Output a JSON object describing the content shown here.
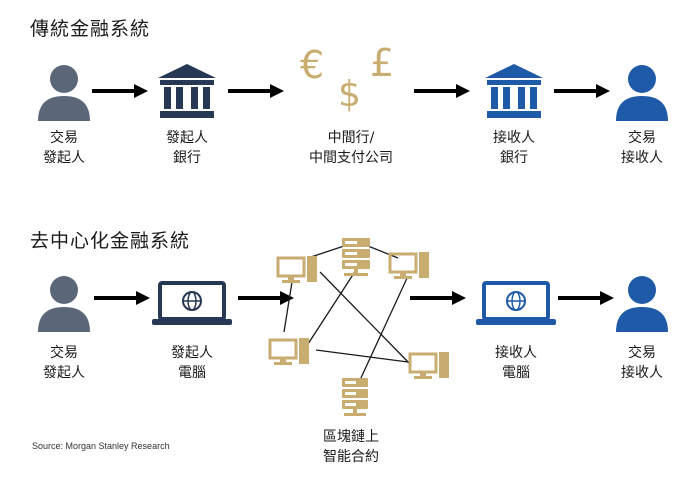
{
  "colors": {
    "gray": "#5b6778",
    "navy": "#263853",
    "blue": "#1f5aa8",
    "gold": "#c9ad70",
    "arrow": "#000000"
  },
  "traditional": {
    "title": "傳統金融系統",
    "sender": {
      "icon": "person-icon",
      "line1": "交易",
      "line2": "發起人"
    },
    "sender_bank": {
      "icon": "bank-icon",
      "line1": "發起人",
      "line2": "銀行"
    },
    "intermediary": {
      "icon": "currency-symbols-icon",
      "line1": "中間行/",
      "line2": "中間支付公司"
    },
    "receiver_bank": {
      "icon": "bank-icon",
      "line1": "接收人",
      "line2": "銀行"
    },
    "receiver": {
      "icon": "person-icon",
      "line1": "交易",
      "line2": "接收人"
    }
  },
  "decentralized": {
    "title": "去中心化金融系統",
    "sender": {
      "icon": "person-icon",
      "line1": "交易",
      "line2": "發起人"
    },
    "sender_computer": {
      "icon": "laptop-globe-icon",
      "line1": "發起人",
      "line2": "電腦"
    },
    "network": {
      "icon": "node-network-icon",
      "line1": "區塊鏈上",
      "line2": "智能合約"
    },
    "receiver_computer": {
      "icon": "laptop-globe-icon",
      "line1": "接收人",
      "line2": "電腦"
    },
    "receiver": {
      "icon": "person-icon",
      "line1": "交易",
      "line2": "接收人"
    }
  },
  "source": "Source: Morgan Stanley Research"
}
